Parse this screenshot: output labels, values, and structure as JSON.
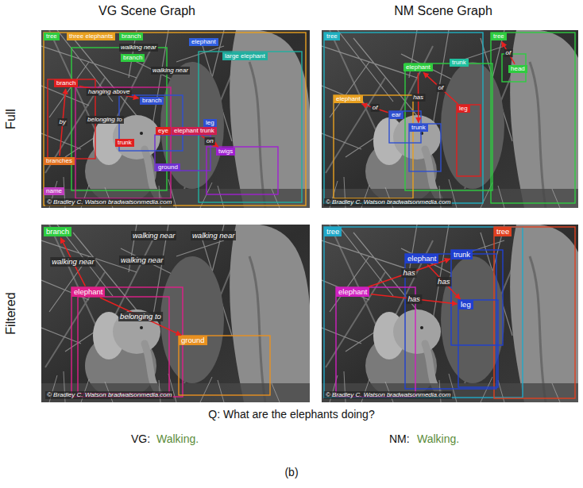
{
  "diagram": {
    "caption": "(b)",
    "nodes": [
      {
        "text": [
          "tree"
        ]
      },
      {
        "text": [
          "three elephants"
        ]
      },
      {
        "text": [
          "branch"
        ]
      },
      {
        "text": [
          "branch"
        ]
      },
      {
        "text": [
          "large elephant"
        ]
      },
      {
        "text": [
          "elephant"
        ]
      },
      {
        "text": [
          "branch"
        ]
      },
      {
        "text": [
          "branch"
        ]
      },
      {
        "text": [
          "leg"
        ]
      },
      {
        "text": [
          "eye"
        ]
      },
      {
        "text": [
          "elephant trunk"
        ]
      },
      {
        "text": [
          "trunk"
        ]
      },
      {
        "text": [
          "twigs"
        ]
      },
      {
        "text": [
          "ground"
        ]
      },
      {
        "text": [
          "branches"
        ]
      },
      {
        "text": [
          "name"
        ]
      },
      {
        "text": [
          "tree"
        ]
      },
      {
        "text": [
          "tree"
        ]
      },
      {
        "text": [
          "elephant"
        ]
      },
      {
        "text": [
          "trunk"
        ]
      },
      {
        "text": [
          "head"
        ]
      },
      {
        "text": [
          "elephant"
        ]
      },
      {
        "text": [
          "ear"
        ]
      },
      {
        "text": [
          "trunk"
        ]
      },
      {
        "text": [
          "leg"
        ]
      },
      {
        "text": [
          "branch"
        ]
      },
      {
        "text": [
          "elephant"
        ]
      },
      {
        "text": [
          "ground"
        ]
      },
      {
        "text": [
          "tree"
        ]
      },
      {
        "text": [
          "tree"
        ]
      },
      {
        "text": [
          "elephant"
        ]
      },
      {
        "text": [
          "trunk"
        ]
      },
      {
        "text": [
          "elephant"
        ]
      },
      {
        "text": [
          "leg"
        ]
      }
    ],
    "edges": [
      {
        "from": 6,
        "to": 7,
        "arrow": "to",
        "label": "hanging above"
      },
      {
        "from": 10,
        "to": 12,
        "arrow": "to",
        "label": "on"
      },
      {
        "from": 14,
        "to": 6,
        "arrow": "to",
        "label": "by"
      },
      {
        "from": 18,
        "to": 23,
        "arrow": "to",
        "label": "has"
      },
      {
        "from": 22,
        "to": 21,
        "arrow": "to",
        "label": "of"
      },
      {
        "from": 24,
        "to": 18,
        "arrow": "to",
        "label": "of"
      },
      {
        "from": 20,
        "to": 17,
        "arrow": "to",
        "label": "of"
      },
      {
        "from": 26,
        "to": 25,
        "arrow": "to",
        "label": "walking near"
      },
      {
        "from": 26,
        "to": 27,
        "arrow": "to",
        "label": "belonging to"
      },
      {
        "from": 32,
        "to": 33,
        "arrow": "to",
        "label": "has"
      },
      {
        "from": 32,
        "to": 31,
        "arrow": "to",
        "label": "has"
      },
      {
        "from": 30,
        "to": 33,
        "arrow": "to",
        "label": "has"
      }
    ],
    "labels": [
      "VG Scene Graph",
      "NM Scene Graph",
      "Full",
      "Filtered",
      "walking near",
      "walking near",
      "belonging to",
      "© Bradley C. Watson bradwatsonmedia.com",
      "© Bradley C. Watson bradwatsonmedia.com",
      "walking near",
      "walking near",
      "walking near",
      "© Bradley C. Watson bradwatsonmedia.com",
      "© Bradley C. Watson bradwatsonmedia.com",
      "Q: What are the elephants doing?",
      "VG:",
      "Walking.",
      "NM:",
      "Walking."
    ]
  }
}
